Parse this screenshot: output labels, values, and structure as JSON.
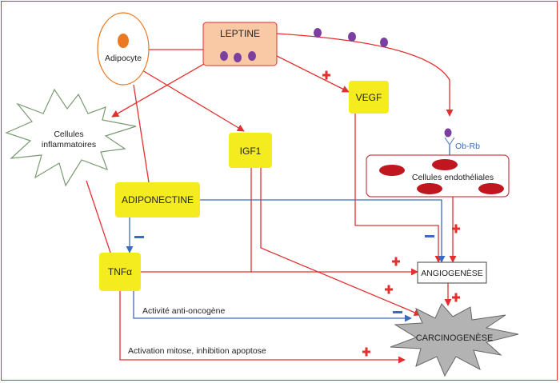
{
  "nodes": {
    "adipocyte": "Adipocyte",
    "leptine": "LEPTINE",
    "vegf": "VEGF",
    "igf1": "IGF1",
    "cellules_inflammatoires": [
      "Cellules",
      "inflammatoires"
    ],
    "adiponectine": "ADIPONECTINE",
    "tnfa": "TNFα",
    "ob_rb": "Ob-Rb",
    "cellules_endotheliales": "Cellules endothéliales",
    "angiogenese": "ANGIOGENÈSE",
    "carcinogenese": "CARCINOGENÈSE"
  },
  "edge_labels": {
    "anti_oncogene": "Activité anti-oncogène",
    "mitose": "Activation mitose, inhibition apoptose"
  },
  "colors": {
    "activation": "#e3302f",
    "inhibition": "#3a6bc0",
    "yellow_box": "#f4ec1e",
    "leptine_box": "#f9c9a6",
    "adipocyte_nucleus": "#ea7a22",
    "leptin_dots": "#7b3fa0",
    "endothelial_cells": "#c0161f",
    "receptor": "#6a8fc8",
    "carcinogenese_fill": "#b3b3b3"
  },
  "icons": {
    "activation": "plus-sign-icon",
    "inhibition": "minus-sign-icon"
  }
}
